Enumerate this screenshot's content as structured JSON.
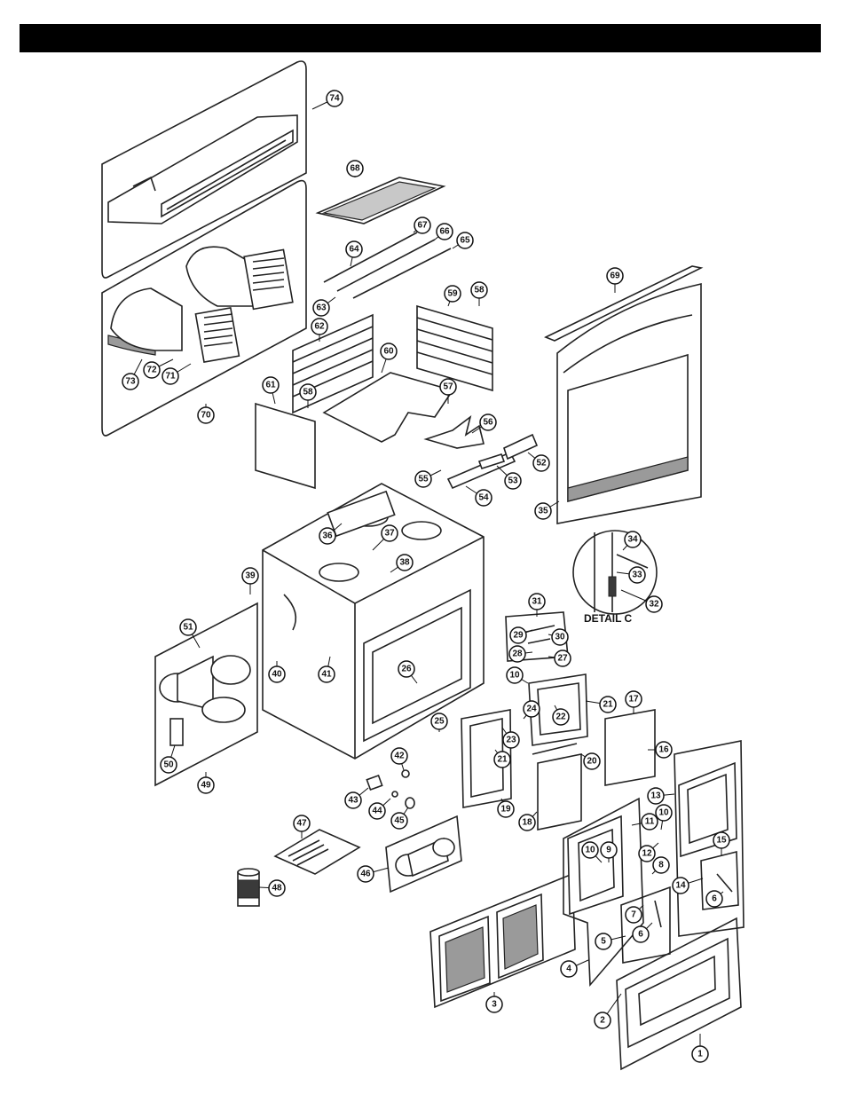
{
  "header": {
    "bar_color": "#000000"
  },
  "detail_label": "DETAIL C",
  "callouts": [
    {
      "label": "74"
    },
    {
      "label": "68"
    },
    {
      "label": "67"
    },
    {
      "label": "66"
    },
    {
      "label": "65"
    },
    {
      "label": "64"
    },
    {
      "label": "63"
    },
    {
      "label": "73"
    },
    {
      "label": "72"
    },
    {
      "label": "71"
    },
    {
      "label": "70"
    },
    {
      "label": "62"
    },
    {
      "label": "60"
    },
    {
      "label": "59"
    },
    {
      "label": "58"
    },
    {
      "label": "58"
    },
    {
      "label": "57"
    },
    {
      "label": "61"
    },
    {
      "label": "56"
    },
    {
      "label": "55"
    },
    {
      "label": "53"
    },
    {
      "label": "52"
    },
    {
      "label": "54"
    },
    {
      "label": "69"
    },
    {
      "label": "35"
    },
    {
      "label": "36"
    },
    {
      "label": "37"
    },
    {
      "label": "38"
    },
    {
      "label": "34"
    },
    {
      "label": "33"
    },
    {
      "label": "32"
    },
    {
      "label": "39"
    },
    {
      "label": "51"
    },
    {
      "label": "31"
    },
    {
      "label": "29"
    },
    {
      "label": "30"
    },
    {
      "label": "28"
    },
    {
      "label": "27"
    },
    {
      "label": "40"
    },
    {
      "label": "41"
    },
    {
      "label": "26"
    },
    {
      "label": "10"
    },
    {
      "label": "24"
    },
    {
      "label": "22"
    },
    {
      "label": "21"
    },
    {
      "label": "17"
    },
    {
      "label": "25"
    },
    {
      "label": "23"
    },
    {
      "label": "21"
    },
    {
      "label": "16"
    },
    {
      "label": "20"
    },
    {
      "label": "50"
    },
    {
      "label": "49"
    },
    {
      "label": "42"
    },
    {
      "label": "43"
    },
    {
      "label": "44"
    },
    {
      "label": "45"
    },
    {
      "label": "19"
    },
    {
      "label": "18"
    },
    {
      "label": "13"
    },
    {
      "label": "11"
    },
    {
      "label": "10"
    },
    {
      "label": "10"
    },
    {
      "label": "9"
    },
    {
      "label": "15"
    },
    {
      "label": "47"
    },
    {
      "label": "12"
    },
    {
      "label": "8"
    },
    {
      "label": "14"
    },
    {
      "label": "46"
    },
    {
      "label": "48"
    },
    {
      "label": "7"
    },
    {
      "label": "6"
    },
    {
      "label": "5"
    },
    {
      "label": "6"
    },
    {
      "label": "4"
    },
    {
      "label": "3"
    },
    {
      "label": "2"
    },
    {
      "label": "1"
    }
  ]
}
